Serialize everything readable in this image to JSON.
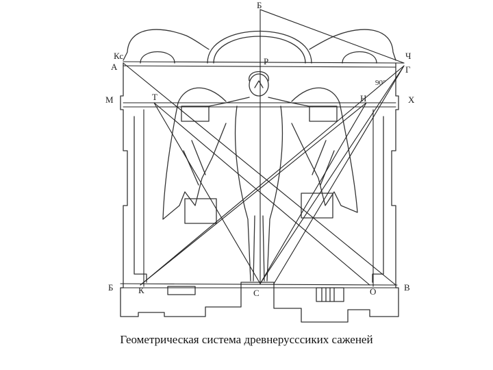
{
  "caption": "Геометрическая система древнерусссиких саженей",
  "labels": {
    "top": "Б",
    "ks": "Кс",
    "a": "А",
    "r": "Р",
    "ch": "Ч",
    "g": "Г",
    "angle": "90°",
    "m": "М",
    "t": "Т",
    "n": "Н",
    "x": "Х",
    "b_left": "Б",
    "k": "К",
    "s": "С",
    "o": "О",
    "v": "В"
  }
}
